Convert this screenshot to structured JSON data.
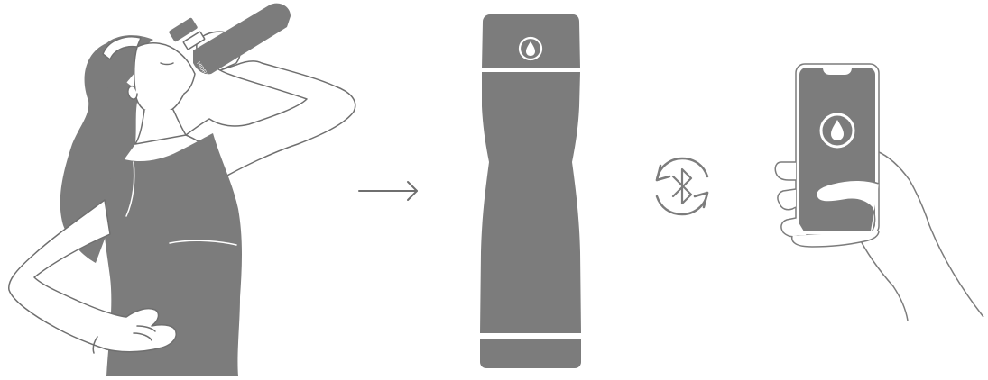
{
  "scene": {
    "panels": [
      {
        "id": "woman-drinking",
        "icon": "person-drinking-illustration"
      },
      {
        "id": "flow-arrow",
        "icon": "arrow-right-icon"
      },
      {
        "id": "smart-bottle",
        "icon": "smart-water-bottle"
      },
      {
        "id": "bluetooth-sync",
        "icon": "bluetooth-sync-icon"
      },
      {
        "id": "phone-in-hand",
        "icon": "smartphone-app-illustration"
      }
    ],
    "bottle_label": "HIDRATE"
  },
  "colors": {
    "fill_gray": "#7c7c7c",
    "stroke_gray": "#8a8a8a",
    "line_gray": "#6f6f6f",
    "white": "#ffffff"
  }
}
